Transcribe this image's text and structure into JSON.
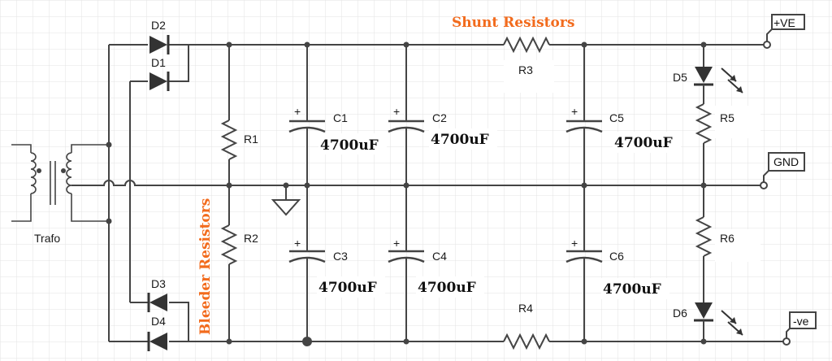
{
  "annotations": {
    "shunt": "Shunt Resistors",
    "bleeder": "Bleeder Resistors",
    "accent_color": "#f26b1d"
  },
  "terminals": {
    "pos": "+VE",
    "gnd": "GND",
    "neg": "-ve"
  },
  "labels": {
    "trafo": "Trafo",
    "d1": "D1",
    "d2": "D2",
    "d3": "D3",
    "d4": "D4",
    "d5": "D5",
    "d6": "D6",
    "r1": "R1",
    "r2": "R2",
    "r3": "R3",
    "r4": "R4",
    "r5": "R5",
    "r6": "R6",
    "c1": "C1",
    "c2": "C2",
    "c3": "C3",
    "c4": "C4",
    "c5": "C5",
    "c6": "C6",
    "cap_plus": "+"
  },
  "values": {
    "c1": "4700uF",
    "c2": "4700uF",
    "c3": "4700uF",
    "c4": "4700uF",
    "c5": "4700uF",
    "c6": "4700uF"
  },
  "colors": {
    "wire": "#444444",
    "grid": "#e3e3e3",
    "component_fill": "#333333"
  }
}
